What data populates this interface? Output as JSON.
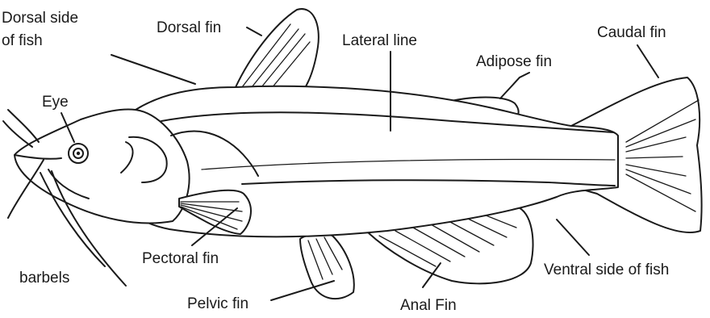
{
  "labels": {
    "dorsal_side_line1": "Dorsal side",
    "dorsal_side_line2": "of fish",
    "dorsal_fin": "Dorsal fin",
    "lateral_line": "Lateral line",
    "adipose_fin": "Adipose fin",
    "caudal_fin": "Caudal fin",
    "eye": "Eye",
    "pectoral_fin": "Pectoral fin",
    "barbels": "barbels",
    "pelvic_fin": "Pelvic fin",
    "anal_fin": "Anal Fin",
    "ventral_side": "Ventral side of fish"
  }
}
